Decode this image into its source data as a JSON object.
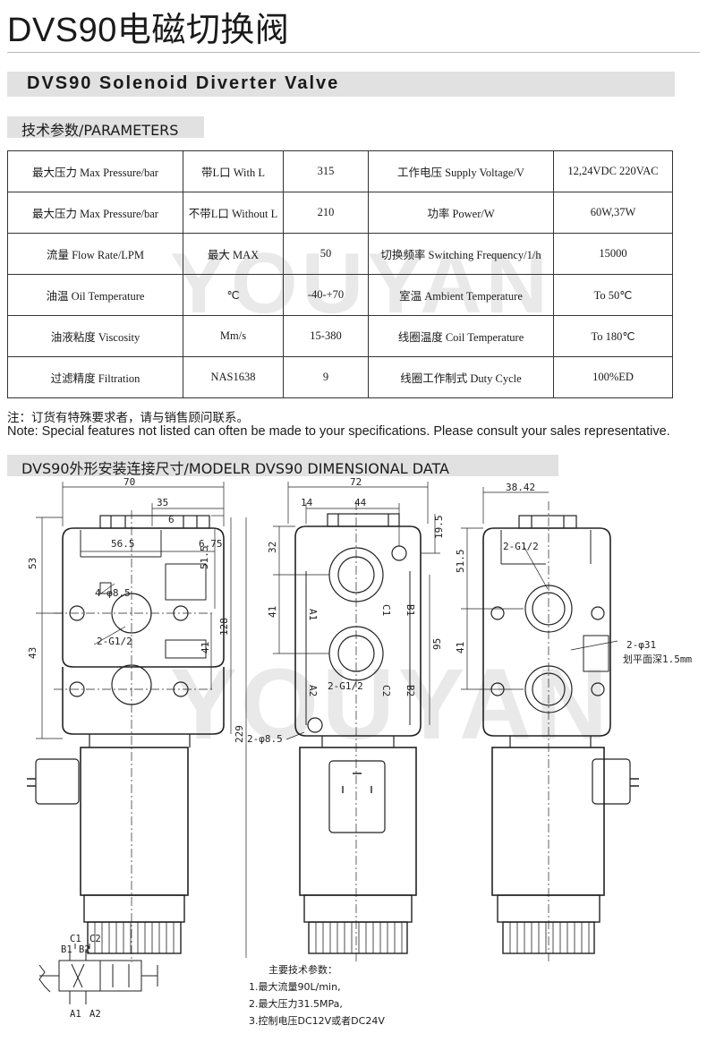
{
  "header": {
    "title": "DVS90电磁切换阀",
    "subtitle": "DVS90 Solenoid Diverter Valve"
  },
  "sections": {
    "parameters": "技术参数/PARAMETERS",
    "dimensions": "DVS90外形安装连接尺寸/MODELR DVS90 DIMENSIONAL DATA"
  },
  "parameters": [
    [
      "最大压力  Max Pressure/bar",
      "带L口  With L",
      "315",
      "工作电压  Supply Voltage/V",
      "12,24VDC  220VAC"
    ],
    [
      "最大压力  Max Pressure/bar",
      "不带L口  Without L",
      "210",
      "功率  Power/W",
      "60W,37W"
    ],
    [
      "流量  Flow Rate/LPM",
      "最大  MAX",
      "50",
      "切换频率  Switching Frequency/1/h",
      "15000"
    ],
    [
      "油温  Oil Temperature",
      "℃",
      "-40-+70",
      "室温  Ambient Temperature",
      "To 50℃"
    ],
    [
      "油液粘度  Viscosity",
      "Mm/s",
      "15-380",
      "线圈温度  Coil Temperature",
      "To 180℃"
    ],
    [
      "过滤精度  Filtration",
      "NAS1638",
      "9",
      "线圈工作制式  Duty Cycle",
      "100%ED"
    ]
  ],
  "notes": {
    "cn": "注：订货有特殊要求者，请与销售顾问联系。",
    "en": "Note: Special features not listed can often be made to your specifications. Please consult your sales representative."
  },
  "watermark": "YOUYAN",
  "drawing": {
    "dims": {
      "d70": "70",
      "d35": "35",
      "d6": "6",
      "d56_5": "56.5",
      "d6_75": "6.75",
      "d51_5a": "51.5",
      "d53": "53",
      "d43": "43",
      "d128": "128",
      "d41a": "41",
      "d229": "229",
      "hole4": "4-φ8.5",
      "g12a": "2-G1/2",
      "d72": "72",
      "d14": "14",
      "d44": "44",
      "d19_5": "19.5",
      "d32": "32",
      "d41b": "41",
      "d95": "95",
      "hole2": "2-φ8.5",
      "g12b": "2-G1/2",
      "d38_42": "38.42",
      "d51_5b": "51.5",
      "d41c": "41",
      "g12c": "2-G1/2",
      "spot": "2-φ31",
      "spotnote": "划平面深1.5mm"
    },
    "ports": {
      "a1": "A1",
      "c1": "C1",
      "b1": "B1",
      "a2": "A2",
      "c2": "C2",
      "b2": "B2"
    },
    "schematic": {
      "c1": "C1",
      "c2": "C2",
      "b1": "B1",
      "b2": "B2",
      "a1": "A1",
      "a2": "A2"
    }
  },
  "specs": {
    "heading": "主要技术参数：",
    "items": [
      "1.最大流量90L/min,",
      "2.最大压力31.5MPa,",
      "3.控制电压DC12V或者DC24V"
    ]
  }
}
